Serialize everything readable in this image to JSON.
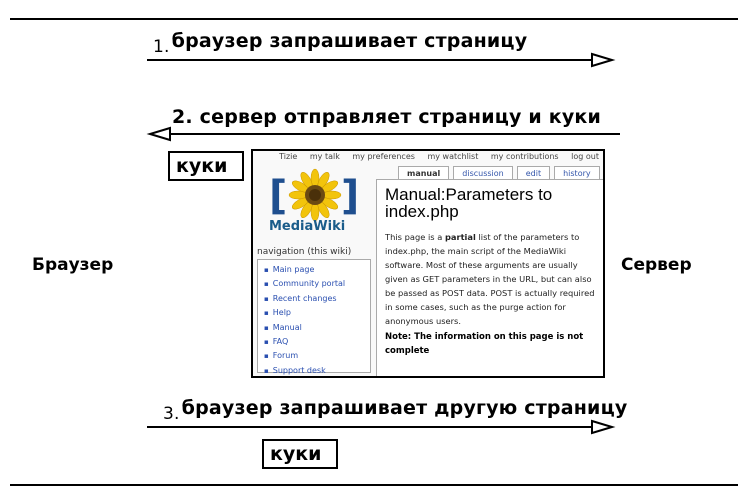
{
  "steps": {
    "step1": {
      "num": "1.",
      "text": "браузер запрашивает страницу"
    },
    "step2": {
      "text": "2. сервер отправляет страницу и куки"
    },
    "step3": {
      "num": "3.",
      "text": "браузер запрашивает другую страницу"
    }
  },
  "labels": {
    "browser": "Браузер",
    "server": "Сервер",
    "cookie_top": "куки",
    "cookie_bottom": "куки"
  },
  "wiki": {
    "personal": [
      "Tizie",
      "my talk",
      "my preferences",
      "my watchlist",
      "my contributions",
      "log out"
    ],
    "logo_text": "MediaWiki",
    "tabs": [
      "manual",
      "discussion",
      "edit",
      "history"
    ],
    "nav_title": "navigation (this wiki)",
    "nav_items": [
      "Main page",
      "Community portal",
      "Recent changes",
      "Help",
      "Manual",
      "FAQ",
      "Forum",
      "Support desk"
    ],
    "title": "Manual:Parameters to index.php",
    "body_prefix": "This page is a ",
    "body_bold": "partial",
    "body_suffix": " list of the parameters to index.php, the main script of the MediaWiki software. Most of these arguments are usually given as GET parameters in the URL, but can also be passed as POST data. POST is actually required in some cases, such as the purge action for anonymous users.",
    "note": "Note: The information on this page is not complete"
  }
}
